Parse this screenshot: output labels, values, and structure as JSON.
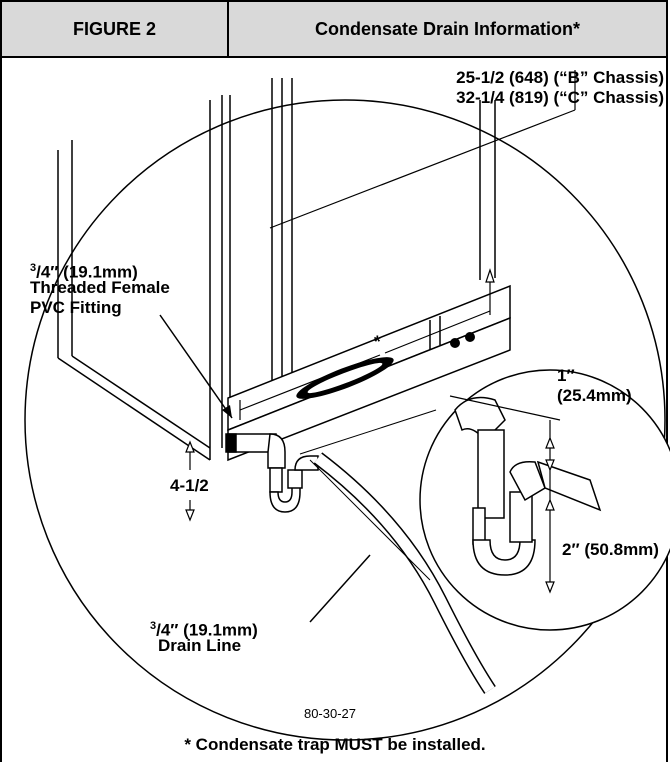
{
  "header": {
    "figure_label": "FIGURE 2",
    "title": "Condensate Drain Information*"
  },
  "labels": {
    "chassis_b": "25-1/2 (648) (“B” Chassis)",
    "chassis_c": "32-1/4 (819) (“C” Chassis)",
    "fitting_size_sup": "3",
    "fitting_size_rest": "/4″ (19.1mm)",
    "fitting_line2": "Threaded Female",
    "fitting_line3": "PVC Fitting",
    "asterisk": "*",
    "one_inch": "1″",
    "one_inch_mm": "(25.4mm)",
    "two_inch": "2″ (50.8mm)",
    "four_half": "4-1/2",
    "drain_size_sup": "3",
    "drain_size_rest": "/4″ (19.1mm)",
    "drain_line": "Drain Line",
    "part_number": "80-30-27",
    "footnote": "* Condensate trap MUST be installed."
  }
}
